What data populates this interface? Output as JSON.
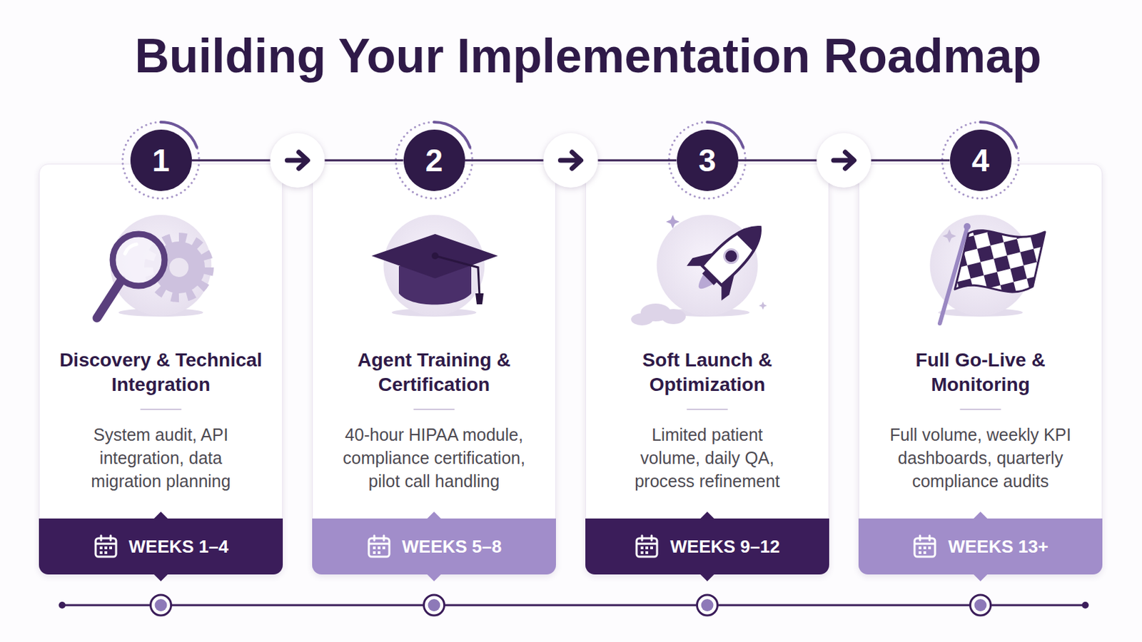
{
  "diagram": {
    "title": "Building Your Implementation Roadmap",
    "nodes": [
      {
        "text": [
          "1"
        ]
      },
      {
        "text": [
          "Discovery & Technical Integration",
          "System audit, API integration, data migration planning"
        ]
      },
      {
        "text": [
          "WEEKS 1–4"
        ],
        "in": 1
      },
      {
        "text": [
          "2"
        ]
      },
      {
        "text": [
          "Agent Training & Certification",
          "40-hour HIPAA module, compliance certification, pilot call handling"
        ]
      },
      {
        "text": [
          "WEEKS 5–8"
        ],
        "in": 4
      },
      {
        "text": [
          "3"
        ]
      },
      {
        "text": [
          "Soft Launch & Optimization",
          "Limited patient volume, daily QA, process refinement"
        ]
      },
      {
        "text": [
          "WEEKS 9–12"
        ],
        "in": 7
      },
      {
        "text": [
          "4"
        ]
      },
      {
        "text": [
          "Full Go-Live & Monitoring",
          "Full volume, weekly KPI dashboards, quarterly compliance audits"
        ]
      },
      {
        "text": [
          "WEEKS 13+"
        ],
        "in": 10
      }
    ],
    "edges": [
      {
        "from": 0,
        "to": 3,
        "arrow": "to"
      },
      {
        "from": 3,
        "to": 6,
        "arrow": "to"
      },
      {
        "from": 6,
        "to": 9,
        "arrow": "to"
      }
    ]
  }
}
